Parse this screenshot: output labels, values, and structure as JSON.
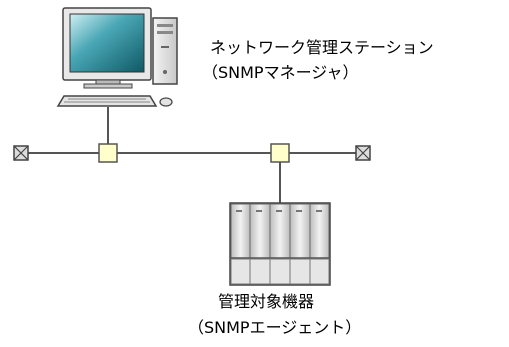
{
  "nodes": {
    "station": {
      "name": "ネットワーク管理ステーション",
      "role": "（SNMPマネージャ）"
    },
    "device": {
      "name": "管理対象機器",
      "role": "（SNMPエージェント）"
    }
  },
  "colors": {
    "line": "#555555",
    "connector_fill": "#ffffcc",
    "terminator_fill": "#dddddd"
  }
}
